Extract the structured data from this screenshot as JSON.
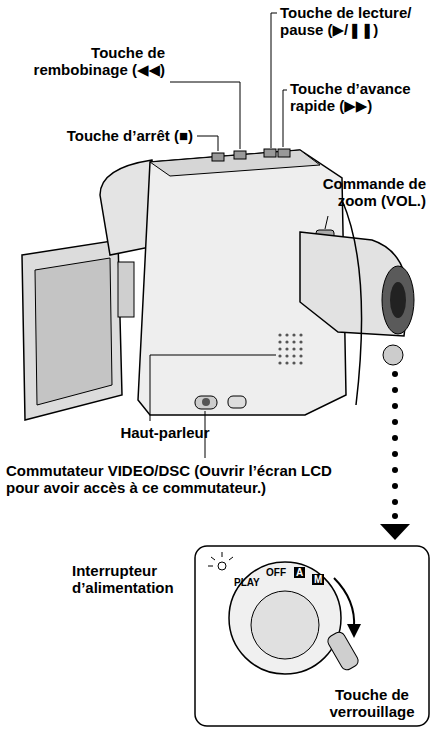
{
  "diagram": {
    "labels": [
      "Touche de lecture/ pause (▶/❚❚)",
      "Touche de rembobinage (◀◀)",
      "Touche d’avance rapide (▶▶)",
      "Touche d’arrêt (■)",
      "Commande de zoom (VOL.)",
      "Haut-parleur",
      "Commutateur VIDEO/DSC (Ouvrir l’écran LCD pour avoir accès à ce commutateur.)",
      "Interrupteur d’alimentation",
      "PLAY",
      "OFF",
      "A",
      "M",
      "Touche de verrouillage"
    ]
  }
}
